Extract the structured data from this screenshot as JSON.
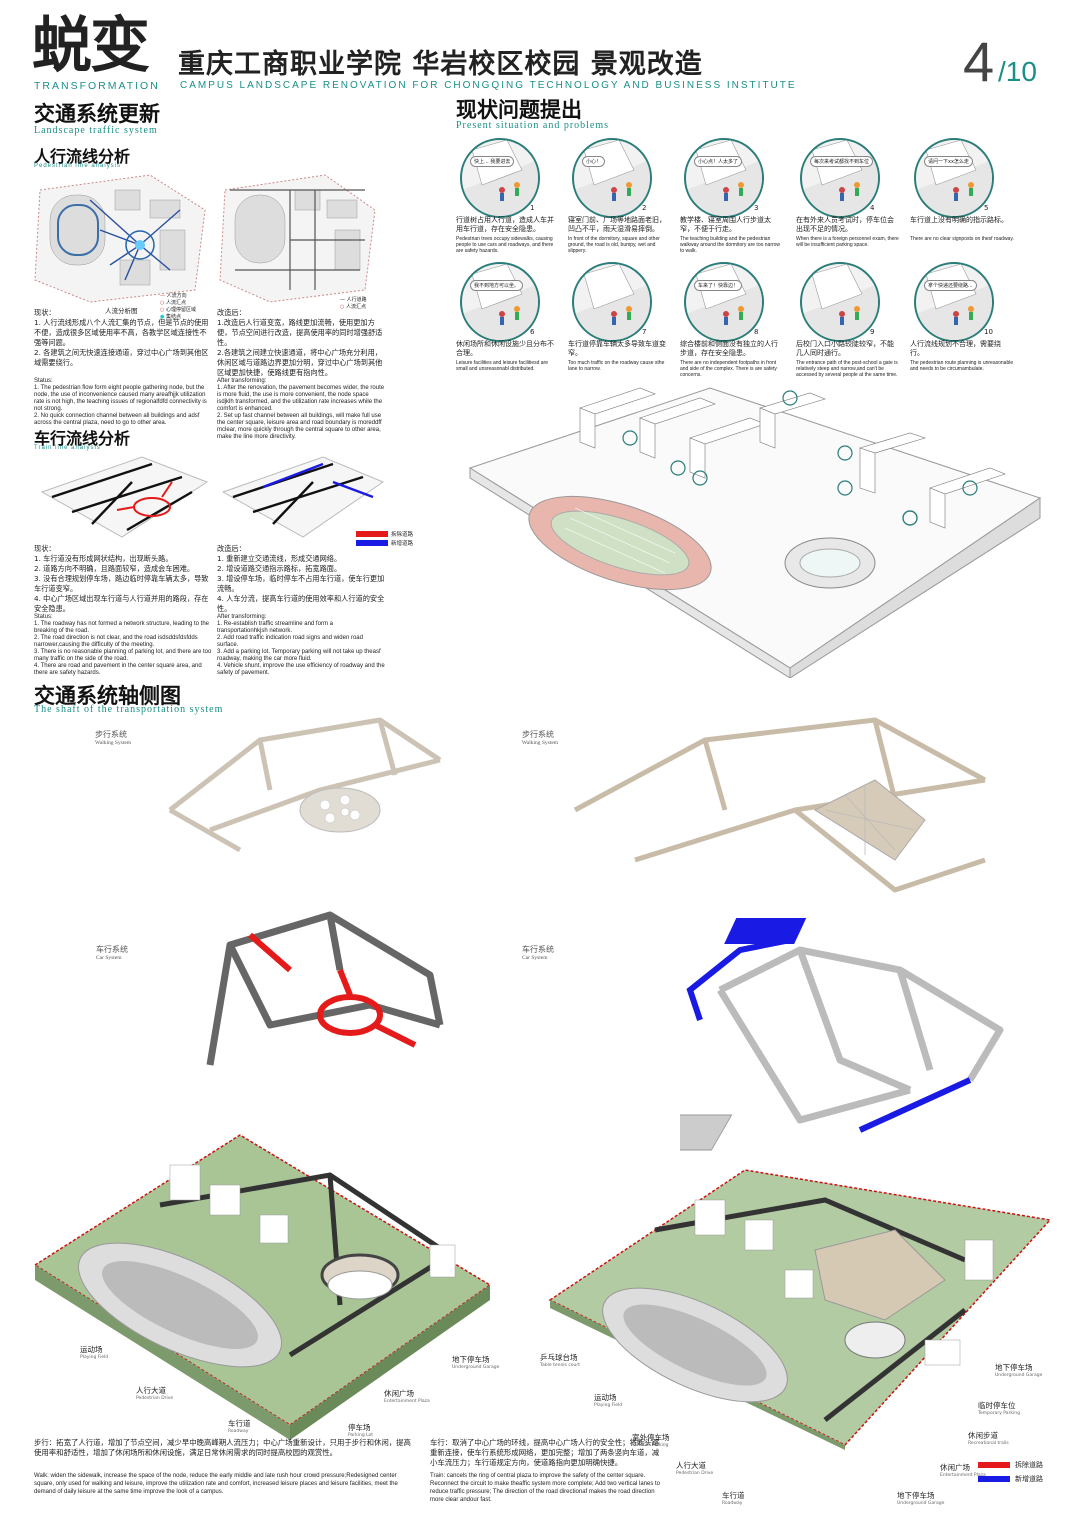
{
  "header": {
    "big_title": "蜕变",
    "big_title_en": "TRANSFORMATION",
    "main_title": "重庆工商职业学院 华岩校区校园 景观改造",
    "main_title_en": "CAMPUS LANDSCAPE RENOVATION FOR CHONGQING TECHNOLOGY AND BUSINESS INSTITUTE",
    "page_num": "4",
    "page_total": "/10"
  },
  "traffic_update": {
    "title": "交通系统更新",
    "title_en": "Landscape traffic system",
    "pedestrian": {
      "title": "人行流线分析",
      "title_en": "Pedestrian line analysis",
      "map_caption": "人流分析图",
      "legend": [
        "人流方向",
        "人流汇点",
        "心理停留区域",
        "集结点"
      ],
      "legend_after": [
        "人行道路",
        "人流汇点"
      ],
      "status_cn": "现状：\n1. 人行流线形成八个人流汇集的节点，但是节点的使用不便，造成很多区域使用率不高，各教学区域连接性不强等问题。\n2. 各建筑之间无快速连接通道，穿过中心广场到其他区域需要绕行。",
      "status_en": "Status:\n1. The pedestrian flow form eight people gathering node, but the node, the use of inconvenience caused many areafhjjk utilization rate is not high, the teaching issues of regionalfdfd connectivity is not strong.\n2. No quick connection channel between all buildings and adsf across the central plaza, need to go to other area.",
      "after_cn": "改造后：\n1.改造后人行道变宽，路线更加流畅，使用更加方便，节点空间进行改造，提高使用率的同时增强舒适性。\n2.各建筑之间建立快速通道，将中心广场充分利用，休闲区域与道路边界更加分明，穿过中心广场到其他区域更加快捷，使路线更有指向性。",
      "after_en": "After transforming:\n1. After the renovation, the pavement becomes wider, the route is more fluid, the use is more convenient, the node space isdjklh transformed, and the utilization rate increases while the comfort is enhanced.\n2. Set up fast channel between all buildings, will make full use the center square, leisure area and road boundary is moreddff mclear, more quickly through the central square to other area, make the line more directivity."
    },
    "vehicle": {
      "title": "车行流线分析",
      "title_en": "Train line analysis",
      "legend": [
        "拆除道路",
        "新增道路"
      ],
      "status_cn": "现状：\n1. 车行道没有形成网状结构，出现断头路。\n2. 道路方向不明确，且路面较窄，造成会车困难。\n3. 没有合理规划停车场，路边临时停靠车辆太多，导致车行道变窄。\n4. 中心广场区域出现车行道与人行道并用的路段，存在安全隐患。",
      "status_en": "Status:\n1. The roadway has not formed a network structure, leading to the breaking of the road.\n2. The road direction is not clear, and the road isdsddsfdsfdds narrower,causing the difficulty of the meeting.\n3. There is no reasonable planning of parking lot, and there are too many traffic on the side of the road.\n4. There are road and pavement in the center square area, and there are safety hazards.",
      "after_cn": "改造后：\n1. 重新建立交通流线，形成交通网络。\n2. 增设道路交通指示路标，拓宽路面。\n3. 增设停车场，临时停车不占用车行道，使车行更加流畅。\n4. 人车分流，提高车行道的使用效率和人行道的安全性。",
      "after_en": "After transforming:\n1. Re-establish traffic streamline and form a transportationhkjsh network.\n2. Add road traffic indication road signs and widen road surface.\n3. Add a parking lot. Temporary parking will not take up theasf roadway, making the car more fluid.\n4. Vehicle shunt, improve the use efficiency of roadway and the safety of pavement."
    }
  },
  "problems": {
    "title": "现状问题提出",
    "title_en": "Present situation and problems",
    "items": [
      {
        "num": "1",
        "bubble": "快上... 我要进去",
        "cn": "行道树占用人行道，造成人车并用车行道，存在安全隐患。",
        "en": "Pedestrian trees occupy sidewalks, causing people to use cars and roadways, and there are safety hazards."
      },
      {
        "num": "2",
        "bubble": "小心！",
        "cn": "寝室门前、广场等地路面老旧，凹凸不平，雨天湿滑易摔倒。",
        "en": "In front of the dormitory, square and other ground, the road is old, bumpy, wet and slippery."
      },
      {
        "num": "3",
        "bubble": "小心点！人太多了",
        "cn": "教学楼、寝室周围人行步道太窄，不便于行走。",
        "en": "The teaching building and the pedestrian walkway around the dormitory are too narrow to walk."
      },
      {
        "num": "4",
        "bubble": "每次来考试都找不到车位",
        "cn": "在有外来人员考试时，停车位会出现不足的情况。",
        "en": "When there is a foreign personnel exam, there will be insufficient parking space."
      },
      {
        "num": "5",
        "bubble": "请问一下xx怎么走",
        "cn": "车行道上没有明确的指示路标。",
        "en": "There are no clear signposts on thesf roadway."
      },
      {
        "num": "6",
        "bubble": "我不到地方可以坐。",
        "cn": "休闲场所和休闲设施少且分布不合理。",
        "en": "Leisure facilities and leisure facilitiesd are small and unsreasonabl distributed."
      },
      {
        "num": "7",
        "bubble": "",
        "cn": "车行道停靠车辆太多导致车道变窄。",
        "en": "Too much traffic on the roadway cause sthe lane to narrow."
      },
      {
        "num": "8",
        "bubble": "车来了！快靠边！",
        "cn": "综合楼前和侧面没有独立的人行步道，存在安全隐患。",
        "en": "There are no independent footpaths in front and side of the complex. There is are safety concerns."
      },
      {
        "num": "9",
        "bubble": "",
        "cn": "后校门入口小路较陡较窄，不能几人同时通行。",
        "en": "The entrance path of the post-school a gate is relatively steep and narrow,and can't be accessed by several people at the same time."
      },
      {
        "num": "10",
        "bubble": "拿个快递还要绕路...",
        "cn": "人行流线规划不合理，需要绕行。",
        "en": "The pedestrian route planning is unreasonable and needs to be circumambulate."
      }
    ]
  },
  "axonometric": {
    "title": "交通系统轴侧图",
    "title_en": "The shaft of the transportation system",
    "walking_cn": "步行系统",
    "walking_en": "Walking System",
    "car_cn": "车行系统",
    "car_en": "Car System",
    "left_callouts": [
      {
        "cn": "运动场",
        "en": "Playing Field"
      },
      {
        "cn": "人行大道",
        "en": "Pedestrian Drive"
      },
      {
        "cn": "车行道",
        "en": "Roadway"
      },
      {
        "cn": "停车场",
        "en": "Parking Lot"
      },
      {
        "cn": "休闲广场",
        "en": "Entertainment Plaza"
      },
      {
        "cn": "地下停车场",
        "en": "Underground Garage"
      }
    ],
    "right_callouts": [
      {
        "cn": "乒乓球台场",
        "en": "Table tennis court"
      },
      {
        "cn": "运动场",
        "en": "Playing Field"
      },
      {
        "cn": "室外停车场",
        "en": "Outdoor Parking"
      },
      {
        "cn": "人行大道",
        "en": "Pedestrian Drive"
      },
      {
        "cn": "车行道",
        "en": "Roadway"
      },
      {
        "cn": "地下停车场",
        "en": "Underground Garage"
      },
      {
        "cn": "休闲广场",
        "en": "Entertainment Plaza"
      },
      {
        "cn": "休闲步道",
        "en": "Recreational trails"
      },
      {
        "cn": "临时停车位",
        "en": "Temporary Parking"
      },
      {
        "cn": "地下停车场",
        "en": "Underground Garage"
      }
    ],
    "legend": [
      "拆除道路",
      "新增道路"
    ],
    "walk_desc_cn": "步行：拓宽了人行道，增加了节点空间，减少早中晚高峰期人流压力；中心广场重新设计，只用于步行和休闲，提高使用率和舒适性，增加了休闲场所和休闲设施，满足日常休闲需求的同时提高校园的观赏性。",
    "walk_desc_en": "Walk: widen the sidewalk, increase the space of the node, reduce the early middle and late rush hour crowd pressure;Redesigned center square, only used for walking and leisure, improve the utilization rate and comfort, increased leisure places and leisure facilities, meet the demand of daily leisure at the same time improve the look of a campus.",
    "car_desc_cn": "车行：取消了中心广场的环线，提高中心广场人行的安全性；将断头路重新连接，使车行系统形成网络，更加完整；增加了两条竖向车道，减小车流压力；车行道规定方向，使道路指向更加明确快捷。",
    "car_desc_en": "Train: cancels the ring of central plaza to improve the safety of the center square. Reconnect the circuit to make theaffic system more complete; Add two vertical lanes to reduce traffic pressure; The direction of the road directionaf makes the road direction more clear andour fast."
  },
  "colors": {
    "accent": "#1a8f88",
    "remove": "#e51a1a",
    "new": "#1a1ae5",
    "green": "#8fb07a"
  }
}
